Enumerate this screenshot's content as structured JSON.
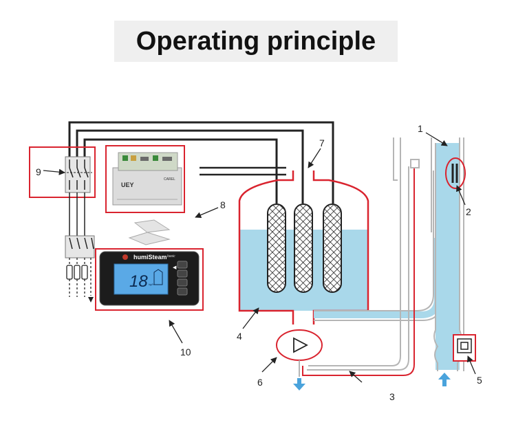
{
  "title": "Operating principle",
  "callouts": {
    "c1": "1",
    "c2": "2",
    "c3": "3",
    "c4": "4",
    "c5": "5",
    "c6": "6",
    "c7": "7",
    "c8": "8",
    "c9": "9",
    "c10": "10"
  },
  "controller": {
    "brand_label": "UEY",
    "maker_label": "CAREL"
  },
  "display": {
    "product_name": "humiSteam",
    "product_suffix": "basic",
    "reading": "18",
    "unit": "kg/h"
  },
  "colors": {
    "water": "#a9d8ea",
    "outline_red": "#d9232e",
    "pipe_gray": "#b5b5b5",
    "arrow_blue": "#4aa3dc"
  }
}
